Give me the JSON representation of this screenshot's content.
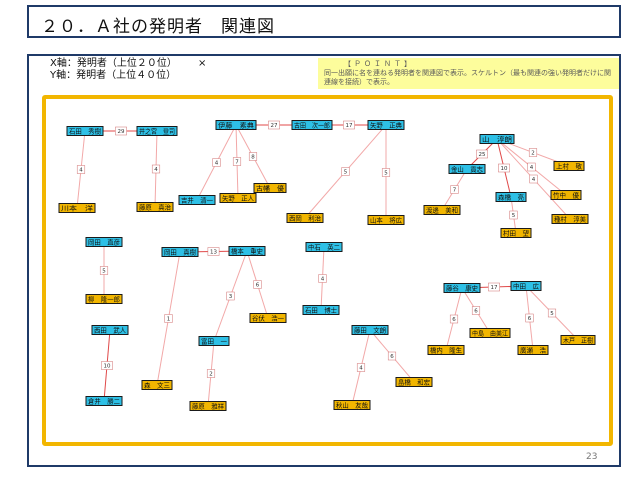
{
  "slide": {
    "title": "２０．Ａ社の発明者　関連図",
    "x_axis": "X軸：発明者（上位２０位）",
    "y_axis": "Y軸：発明者（上位４０位）",
    "cross": "×",
    "point_title": "【ＰＯＩＮＴ】",
    "point_text": "同一出願に名を連ねる発明者を関連図で表示。スケルトン（最も関連の強い発明者だけに関連線を接続）で表示。",
    "page_number": "23"
  },
  "colors": {
    "top20": "#2ec0e6",
    "top40": "#f2b600",
    "frame": "#f2b600",
    "strong_edge": "#e04848",
    "weak_edge": "#f2a8a8"
  },
  "diagram": {
    "nodes": [
      {
        "id": "n1",
        "label": "石田　秀樹",
        "group": "top20"
      },
      {
        "id": "n2",
        "label": "井之宮　登司",
        "group": "top20"
      },
      {
        "id": "n3",
        "label": "伊藤　素典",
        "group": "top20"
      },
      {
        "id": "n4",
        "label": "古田　次一郎",
        "group": "top20"
      },
      {
        "id": "n5",
        "label": "矢野　正典",
        "group": "top20"
      },
      {
        "id": "n6",
        "label": "川本　洋",
        "group": "top40"
      },
      {
        "id": "n7",
        "label": "藤原　真治",
        "group": "top40"
      },
      {
        "id": "n8",
        "label": "吉井　清一",
        "group": "top20"
      },
      {
        "id": "n9",
        "label": "矢野　正人",
        "group": "top40"
      },
      {
        "id": "n10",
        "label": "古幡　優",
        "group": "top40"
      },
      {
        "id": "n11",
        "label": "西岡　利治",
        "group": "top40"
      },
      {
        "id": "n12",
        "label": "山本　将広",
        "group": "top40"
      },
      {
        "id": "n13",
        "label": "山　淳朗",
        "group": "top20"
      },
      {
        "id": "n14",
        "label": "金山　貢志",
        "group": "top20"
      },
      {
        "id": "n15",
        "label": "上村　敬",
        "group": "top40"
      },
      {
        "id": "n16",
        "label": "竹中　優",
        "group": "top40"
      },
      {
        "id": "n17",
        "label": "森橋　亮",
        "group": "top20"
      },
      {
        "id": "n18",
        "label": "渡邊　美和",
        "group": "top40"
      },
      {
        "id": "n19",
        "label": "種村　淳美",
        "group": "top40"
      },
      {
        "id": "n20",
        "label": "村田　望",
        "group": "top40"
      },
      {
        "id": "n21",
        "label": "岡田　直彦",
        "group": "top20"
      },
      {
        "id": "n22",
        "label": "柳　隆一郎",
        "group": "top40"
      },
      {
        "id": "n23",
        "label": "岡田　真樹",
        "group": "top20"
      },
      {
        "id": "n24",
        "label": "橋本　重史",
        "group": "top20"
      },
      {
        "id": "n25",
        "label": "中石　英二",
        "group": "top20"
      },
      {
        "id": "n26",
        "label": "石田　博士",
        "group": "top20"
      },
      {
        "id": "n27",
        "label": "富田　一",
        "group": "top20"
      },
      {
        "id": "n28",
        "label": "谷伏　浩一",
        "group": "top40"
      },
      {
        "id": "n29",
        "label": "森　文三",
        "group": "top40"
      },
      {
        "id": "n30",
        "label": "藤原　雅祥",
        "group": "top40"
      },
      {
        "id": "n31",
        "label": "西田　武人",
        "group": "top20"
      },
      {
        "id": "n32",
        "label": "倉井　勝二",
        "group": "top20"
      },
      {
        "id": "n33",
        "label": "藤田　文朗",
        "group": "top20"
      },
      {
        "id": "n34",
        "label": "秋山　友哉",
        "group": "top40"
      },
      {
        "id": "n35",
        "label": "畠橋　和宏",
        "group": "top40"
      },
      {
        "id": "n36",
        "label": "藤谷　康史",
        "group": "top20"
      },
      {
        "id": "n37",
        "label": "中田　広",
        "group": "top20"
      },
      {
        "id": "n38",
        "label": "中島　由美江",
        "group": "top40"
      },
      {
        "id": "n39",
        "label": "橋内　隆生",
        "group": "top40"
      },
      {
        "id": "n40",
        "label": "廣瀬　浩",
        "group": "top40"
      },
      {
        "id": "n41",
        "label": "木戸　正樹",
        "group": "top40"
      }
    ],
    "edges": [
      {
        "from": "n1",
        "to": "n2",
        "weight": "29"
      },
      {
        "from": "n3",
        "to": "n4",
        "weight": "27"
      },
      {
        "from": "n4",
        "to": "n5",
        "weight": "17"
      },
      {
        "from": "n1",
        "to": "n6",
        "weight": "4"
      },
      {
        "from": "n2",
        "to": "n7",
        "weight": "4"
      },
      {
        "from": "n3",
        "to": "n8",
        "weight": "4"
      },
      {
        "from": "n3",
        "to": "n9",
        "weight": "7"
      },
      {
        "from": "n3",
        "to": "n10",
        "weight": "8"
      },
      {
        "from": "n5",
        "to": "n11",
        "weight": "5"
      },
      {
        "from": "n5",
        "to": "n12",
        "weight": "5"
      },
      {
        "from": "n13",
        "to": "n14",
        "weight": "25"
      },
      {
        "from": "n13",
        "to": "n15",
        "weight": "2"
      },
      {
        "from": "n13",
        "to": "n16",
        "weight": "4"
      },
      {
        "from": "n13",
        "to": "n17",
        "weight": "10"
      },
      {
        "from": "n14",
        "to": "n18",
        "weight": "7"
      },
      {
        "from": "n13",
        "to": "n19",
        "weight": "4"
      },
      {
        "from": "n17",
        "to": "n20",
        "weight": "5"
      },
      {
        "from": "n21",
        "to": "n22",
        "weight": "5"
      },
      {
        "from": "n23",
        "to": "n24",
        "weight": "13"
      },
      {
        "from": "n25",
        "to": "n26",
        "weight": "4"
      },
      {
        "from": "n24",
        "to": "n27",
        "weight": "3"
      },
      {
        "from": "n24",
        "to": "n28",
        "weight": "6"
      },
      {
        "from": "n23",
        "to": "n29",
        "weight": "1"
      },
      {
        "from": "n27",
        "to": "n30",
        "weight": "2"
      },
      {
        "from": "n31",
        "to": "n32",
        "weight": "10"
      },
      {
        "from": "n33",
        "to": "n34",
        "weight": "4"
      },
      {
        "from": "n33",
        "to": "n35",
        "weight": "6"
      },
      {
        "from": "n36",
        "to": "n37",
        "weight": "17"
      },
      {
        "from": "n36",
        "to": "n38",
        "weight": "6"
      },
      {
        "from": "n36",
        "to": "n39",
        "weight": "6"
      },
      {
        "from": "n37",
        "to": "n40",
        "weight": "6"
      },
      {
        "from": "n37",
        "to": "n41",
        "weight": "5"
      }
    ]
  }
}
